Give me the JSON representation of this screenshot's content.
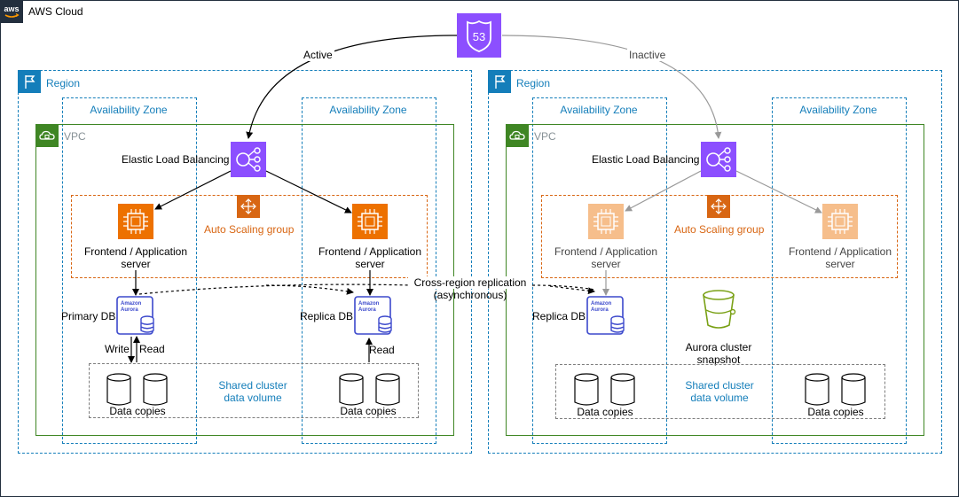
{
  "cloud": {
    "label": "AWS Cloud",
    "badge_text": "aws"
  },
  "route53": {
    "text": "53",
    "active_label": "Active",
    "inactive_label": "Inactive"
  },
  "regions": [
    {
      "label": "Region",
      "az_left": "Availability Zone",
      "az_right": "Availability Zone",
      "vpc": "VPC",
      "elb": "Elastic Load Balancing",
      "asg": "Auto Scaling group",
      "server_left": [
        "Frontend / Application",
        "server"
      ],
      "server_right": [
        "Frontend / Application",
        "server"
      ],
      "db_left": "Primary DB",
      "db_right": "Replica DB",
      "write": "Write",
      "read_left": "Read",
      "read_right": "Read",
      "volume": [
        "Shared cluster",
        "data volume"
      ],
      "copies_left": "Data copies",
      "copies_right": "Data copies"
    },
    {
      "label": "Region",
      "az_left": "Availability Zone",
      "az_right": "Availability Zone",
      "vpc": "VPC",
      "elb": "Elastic Load Balancing",
      "asg": "Auto Scaling group",
      "server_left": [
        "Frontend / Application",
        "server"
      ],
      "server_right": [
        "Frontend / Application",
        "server"
      ],
      "db_left": "Replica DB",
      "snapshot": [
        "Aurora cluster",
        "snapshot"
      ],
      "volume": [
        "Shared cluster",
        "data volume"
      ],
      "copies_left": "Data copies",
      "copies_right": "Data copies"
    }
  ],
  "aurora_icon_text": [
    "Amazon",
    "Aurora"
  ],
  "replication": [
    "Cross-region replication",
    "(asynchronous)"
  ],
  "colors": {
    "region": "#147eba",
    "vpc": "#3f8624",
    "asg": "#d86613",
    "compute": "#ed7100",
    "network": "#8c4fff",
    "aurora": "#3b48cc",
    "storage": "#7aa116",
    "cloud": "#232f3e"
  }
}
